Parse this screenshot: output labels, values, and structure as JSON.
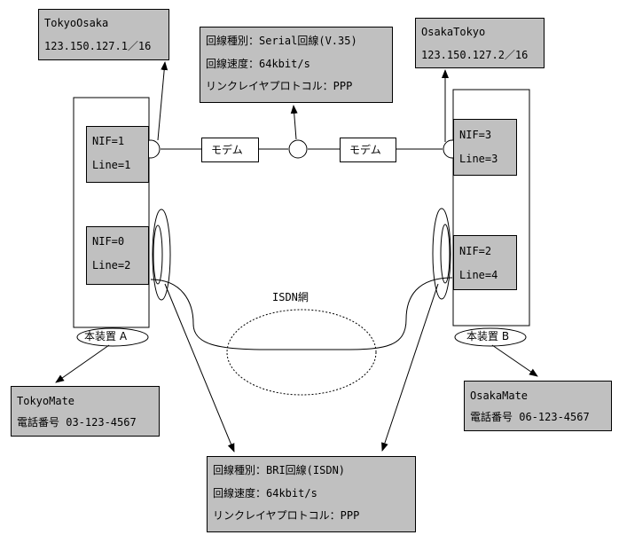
{
  "tokyo_osaka": {
    "name": "TokyoOsaka",
    "ip": "123.150.127.1／16"
  },
  "osaka_tokyo": {
    "name": "OsakaTokyo",
    "ip": "123.150.127.2／16"
  },
  "serial_info": {
    "line1": "回線種別：Serial回線(V.35)",
    "line2": "回線速度：64kbit/s",
    "line3": "リンクレイヤプロトコル：PPP"
  },
  "modem_left": "モデム",
  "modem_right": "モデム",
  "device_a": {
    "label": "本装置 A",
    "nif1": {
      "nif": "NIF=1",
      "line": "Line=1"
    },
    "nif2": {
      "nif": "NIF=0",
      "line": "Line=2"
    }
  },
  "device_b": {
    "label": "本装置 B",
    "nif1": {
      "nif": "NIF=3",
      "line": "Line=3"
    },
    "nif2": {
      "nif": "NIF=2",
      "line": "Line=4"
    }
  },
  "isdn_label": "ISDN網",
  "tokyo_mate": {
    "name": "TokyoMate",
    "phone": "電話番号 03-123-4567"
  },
  "osaka_mate": {
    "name": "OsakaMate",
    "phone": "電話番号 06-123-4567"
  },
  "bri_info": {
    "line1": "回線種別：BRI回線(ISDN)",
    "line2": "回線速度：64kbit/s",
    "line3": "リンクレイヤプロトコル：PPP"
  }
}
